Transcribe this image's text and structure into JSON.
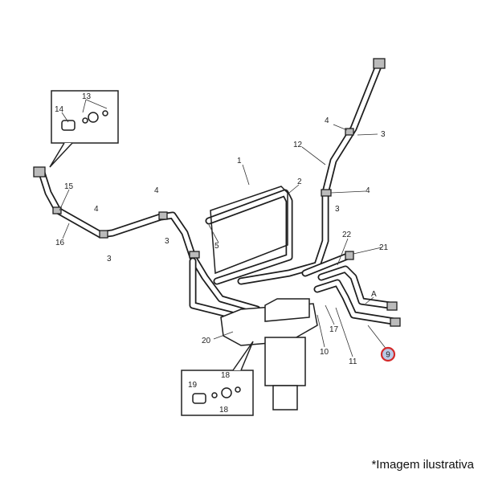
{
  "labels": [
    "13",
    "14",
    "15",
    "16",
    "4",
    "3",
    "4",
    "3",
    "1",
    "2",
    "5",
    "4",
    "3",
    "12",
    "4",
    "3",
    "22",
    "21",
    "A",
    "9",
    "11",
    "10",
    "17",
    "20",
    "19",
    "18",
    "18"
  ],
  "highlighted_label_index": 19,
  "colors": {
    "highlight_ring": "#d42a2a",
    "highlight_fill": "#b9c9e6"
  },
  "caption": "*Imagem ilustrativa"
}
